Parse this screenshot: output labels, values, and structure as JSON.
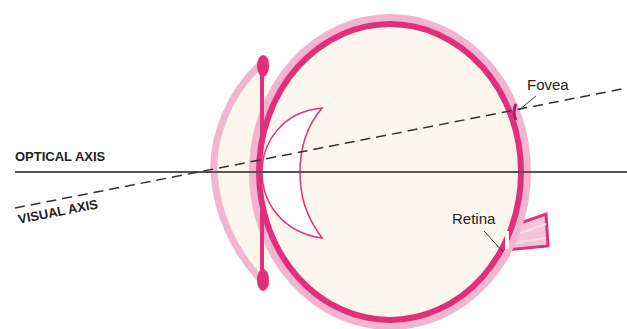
{
  "diagram": {
    "labels": [
      "OPTICAL AXIS",
      "VISUAL AXIS",
      "Fovea",
      "Retina"
    ]
  }
}
